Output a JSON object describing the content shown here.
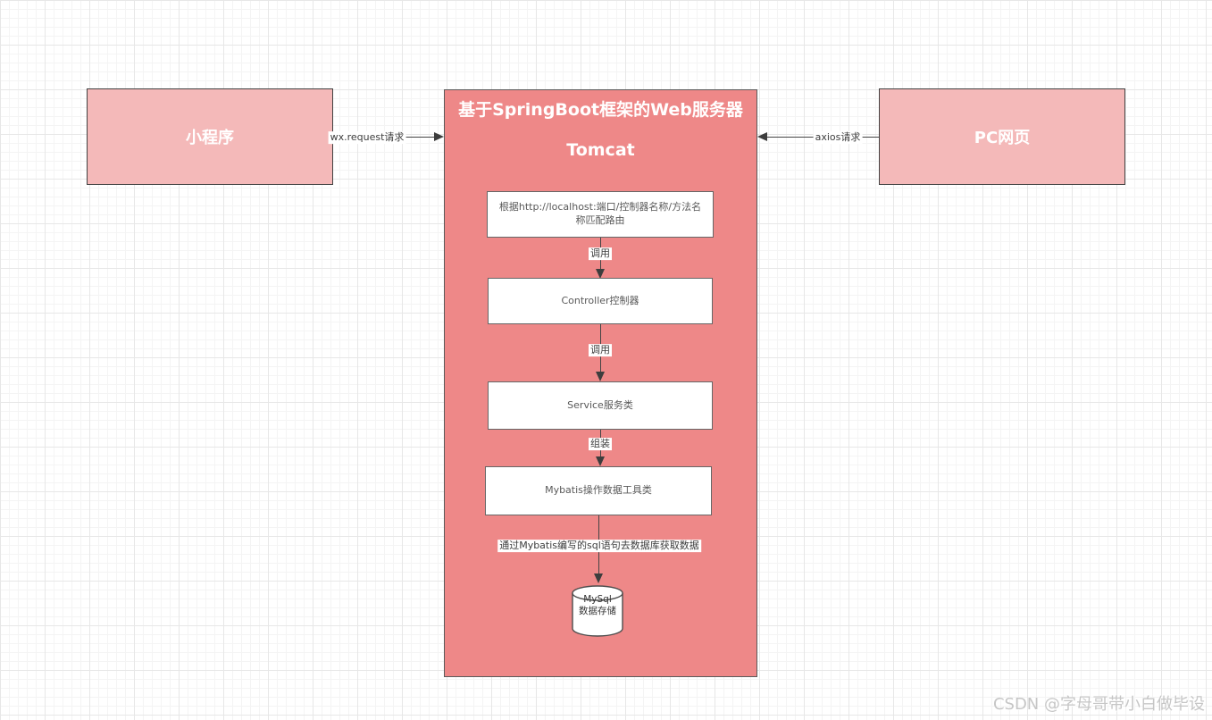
{
  "diagram": {
    "clients": {
      "mini_program": "小程序",
      "pc_web": "PC网页"
    },
    "server": {
      "title": "基于SpringBoot框架的Web服务器",
      "subtitle": "Tomcat"
    },
    "edges": {
      "wx_request": "wx.request请求",
      "axios": "axios请求",
      "call_1": "调用",
      "call_2": "调用",
      "assemble": "组装",
      "sql_fetch": "通过Mybatis编写的sql语句去数据库获取数据"
    },
    "flow": [
      {
        "label": "根据http://localhost:端口/控制器名称/方法名称匹配路由"
      },
      {
        "label": "Controller控制器"
      },
      {
        "label": "Service服务类"
      },
      {
        "label": "Mybatis操作数据工具类"
      }
    ],
    "database": {
      "name": "MySql",
      "desc": "数据存储"
    },
    "colors": {
      "server_fill": "#ee8888",
      "client_fill": "#f4b9b9",
      "node_fill": "#ffffff",
      "stroke": "#444444"
    }
  },
  "watermark": "CSDN @字母哥带小白做毕设"
}
